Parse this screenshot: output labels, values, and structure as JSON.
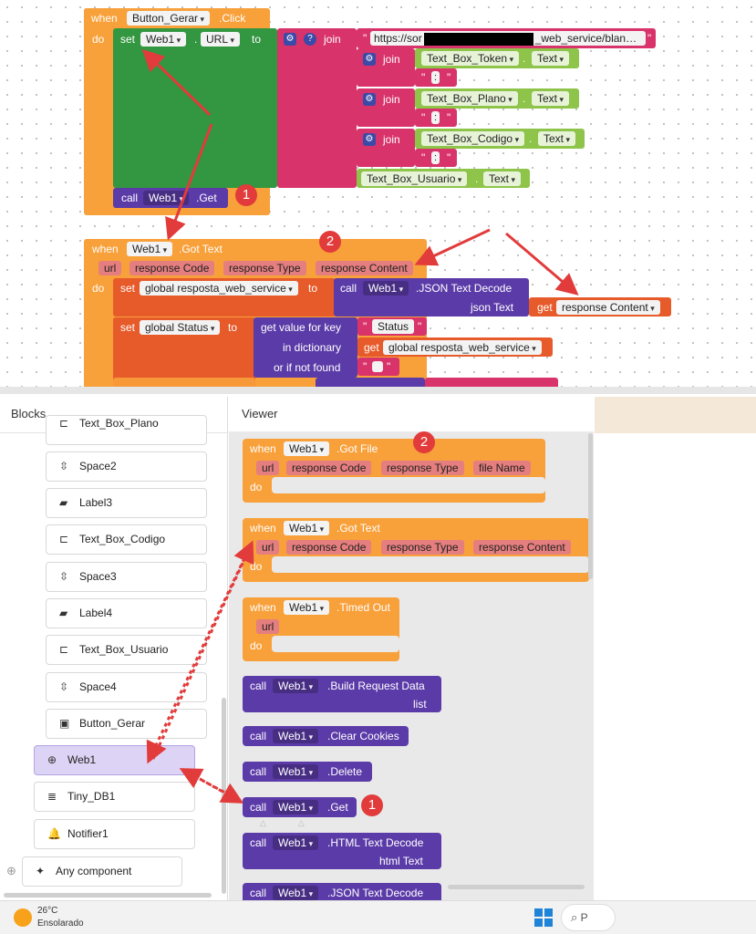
{
  "top_blocks": {
    "when_click": {
      "when": "when",
      "component": "Button_Gerar",
      "event": ".Click",
      "do": "do"
    },
    "set_url": {
      "set": "set",
      "component": "Web1",
      "prop": "URL",
      "to": "to"
    },
    "join": {
      "gear": "⚙",
      "q": "?",
      "label": "join"
    },
    "url_string": {
      "open": "\"",
      "text": "https://sor",
      "redacted_suffix": "_web_service/blan…",
      "close": "\""
    },
    "join_rows": [
      {
        "label": "join",
        "component": "Text_Box_Token",
        "prop": "Text",
        "sep": ":"
      },
      {
        "label": "join",
        "component": "Text_Box_Plano",
        "prop": "Text",
        "sep": ":"
      },
      {
        "label": "join",
        "component": "Text_Box_Codigo",
        "prop": "Text",
        "sep": ":"
      }
    ],
    "usuario": {
      "component": "Text_Box_Usuario",
      "prop": "Text"
    },
    "call_get": {
      "call": "call",
      "component": "Web1",
      "method": ".Get"
    },
    "marker1": "1",
    "when_got_text": {
      "when": "when",
      "component": "Web1",
      "event": ".Got Text",
      "do": "do"
    },
    "params": [
      "url",
      "response Code",
      "response Type",
      "response Content"
    ],
    "marker2": "2",
    "set_global1": {
      "set": "set",
      "var": "global resposta_web_service",
      "to": "to"
    },
    "json_decode": {
      "call": "call",
      "component": "Web1",
      "method": ".JSON Text Decode",
      "param": "json Text"
    },
    "get_resp": {
      "get": "get",
      "var": "response Content"
    },
    "set_global2": {
      "set": "set",
      "var": "global Status",
      "to": "to"
    },
    "get_value": {
      "label": "get value for key",
      "key": "Status",
      "in_dict": "in dictionary",
      "get": "get",
      "dict_var": "global resposta_web_service",
      "if_not_found": "or if not found"
    }
  },
  "blocks_panel": {
    "title": "Blocks",
    "items": [
      {
        "icon": "⊏",
        "label": "Text_Box_Plano"
      },
      {
        "icon": "⇳",
        "label": "Space2"
      },
      {
        "icon": "▰",
        "label": "Label3"
      },
      {
        "icon": "⊏",
        "label": "Text_Box_Codigo"
      },
      {
        "icon": "⇳",
        "label": "Space3"
      },
      {
        "icon": "▰",
        "label": "Label4"
      },
      {
        "icon": "⊏",
        "label": "Text_Box_Usuario"
      },
      {
        "icon": "⇳",
        "label": "Space4"
      },
      {
        "icon": "▣",
        "label": "Button_Gerar"
      },
      {
        "icon": "⊕",
        "label": "Web1"
      },
      {
        "icon": "≣",
        "label": "Tiny_DB1"
      },
      {
        "icon": "🔔",
        "label": "Notifier1"
      }
    ],
    "any_component": {
      "icon": "✦",
      "label": "Any component"
    },
    "expand_icon": "⊕"
  },
  "viewer": {
    "title": "Viewer",
    "got_file": {
      "when": "when",
      "component": "Web1",
      "event": ".Got File",
      "params": [
        "url",
        "response Code",
        "response Type",
        "file Name"
      ],
      "do": "do"
    },
    "got_text": {
      "when": "when",
      "component": "Web1",
      "event": ".Got Text",
      "params": [
        "url",
        "response Code",
        "response Type",
        "response Content"
      ],
      "do": "do"
    },
    "timed_out": {
      "when": "when",
      "component": "Web1",
      "event": ".Timed Out",
      "params": [
        "url"
      ],
      "do": "do"
    },
    "calls": [
      {
        "call": "call",
        "component": "Web1",
        "method": ".Build Request Data",
        "param": "list"
      },
      {
        "call": "call",
        "component": "Web1",
        "method": ".Clear Cookies"
      },
      {
        "call": "call",
        "component": "Web1",
        "method": ".Delete"
      },
      {
        "call": "call",
        "component": "Web1",
        "method": ".Get"
      },
      {
        "call": "call",
        "component": "Web1",
        "method": ".HTML Text Decode",
        "param": "html Text"
      },
      {
        "call": "call",
        "component": "Web1",
        "method": ".JSON Text Decode"
      }
    ],
    "marker1": "1",
    "marker2": "2"
  },
  "taskbar": {
    "temp": "26°C",
    "weather": "Ensolarado",
    "search": "P"
  },
  "colors": {
    "event": "#f8a03a",
    "setter": "#339640",
    "text": "#d8336a",
    "method": "#5b3ba8",
    "getter": "#8ec44a",
    "variable": "#e75a2a",
    "arrow": "#e23b3b"
  }
}
